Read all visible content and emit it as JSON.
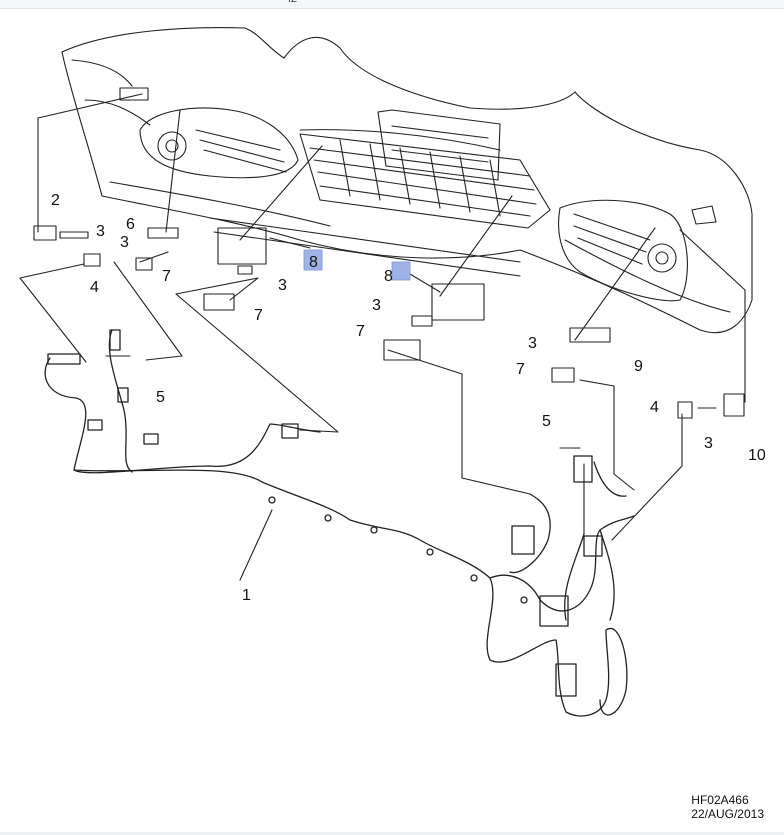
{
  "top_mark": "ıΣ",
  "callouts": {
    "c1": "1",
    "c2": "2",
    "c3a": "3",
    "c3b": "3",
    "c3c": "3",
    "c3d": "3",
    "c3e": "3",
    "c3f": "3",
    "c4a": "4",
    "c4b": "4",
    "c5a": "5",
    "c5b": "5",
    "c6": "6",
    "c7a": "7",
    "c7b": "7",
    "c7c": "7",
    "c7d": "7",
    "c8a": "8",
    "c8b": "8",
    "c9": "9",
    "c10": "10"
  },
  "highlighted_callouts": [
    "8",
    "8"
  ],
  "highlight_color": "#9fb3e6",
  "drawing_ref": "HF02A466",
  "drawing_date": "22/AUG/2013"
}
